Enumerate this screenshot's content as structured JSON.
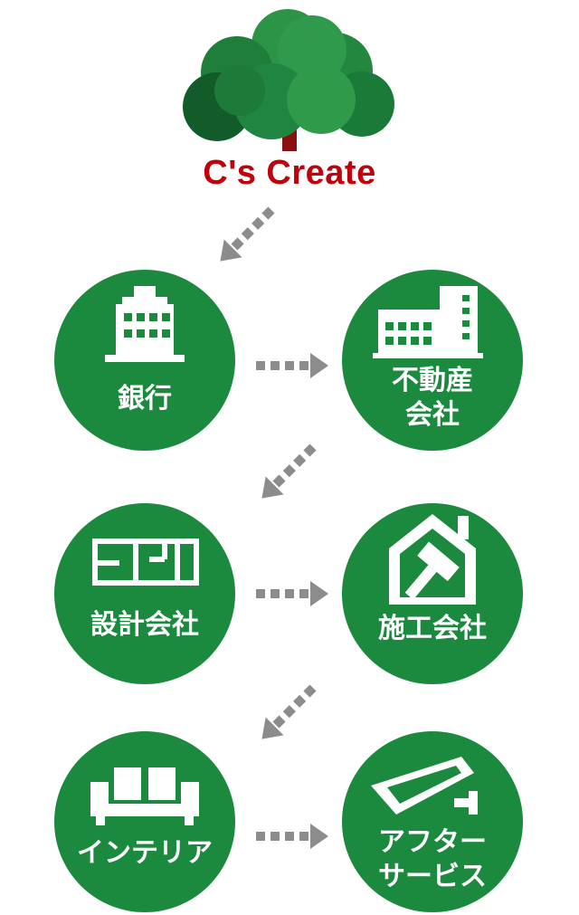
{
  "brand": {
    "name": "C's Create",
    "color": "#c0000a",
    "logo_icon": "tree-icon"
  },
  "flow": {
    "node_color": "#1b8a3e",
    "arrow_color": "#8c8c8c",
    "nodes": [
      {
        "label": "銀行",
        "icon": "bank-building-icon"
      },
      {
        "label": "不動産\n会社",
        "icon": "office-building-icon"
      },
      {
        "label": "設計会社",
        "icon": "floor-plan-icon"
      },
      {
        "label": "施工会社",
        "icon": "house-hammer-icon"
      },
      {
        "label": "インテリア",
        "icon": "sofa-icon"
      },
      {
        "label": "アフター\nサービス",
        "icon": "security-camera-icon"
      }
    ]
  }
}
